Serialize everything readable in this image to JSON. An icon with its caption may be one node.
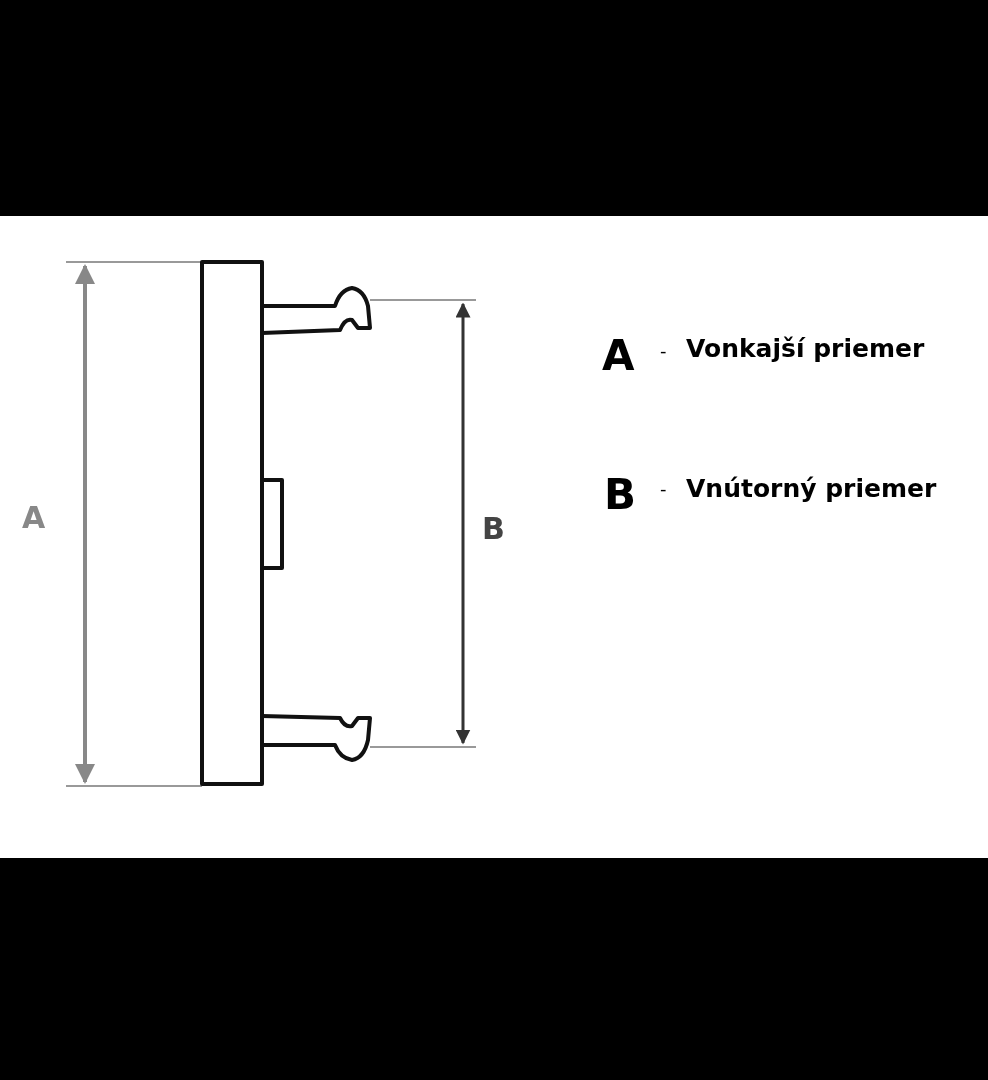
{
  "diagram": {
    "labels": [
      "A",
      "B",
      "A",
      "-",
      "Vonkajší priemer",
      "B",
      "-",
      "Vnútorný priemer"
    ]
  }
}
